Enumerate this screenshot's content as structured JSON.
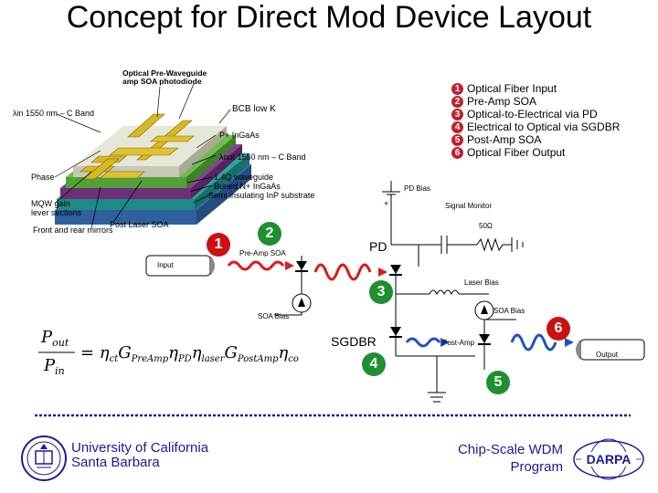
{
  "title": "Concept for Direct Mod Device Layout",
  "legend": [
    {
      "num": "1",
      "text": "Optical Fiber Input"
    },
    {
      "num": "2",
      "text": "Pre-Amp SOA"
    },
    {
      "num": "3",
      "text": "Optical-to-Electrical via PD"
    },
    {
      "num": "4",
      "text": "Electrical to Optical via SGDBR"
    },
    {
      "num": "5",
      "text": "Post-Amp SOA"
    },
    {
      "num": "6",
      "text": "Optical Fiber Output"
    }
  ],
  "device": {
    "top_label": "Optical Pre-Waveguide\namp SOA photodiode",
    "lambda_in": "λin 1550 nm – C Band",
    "bcb": "BCB low K",
    "p_ingaas": "P+ InGaAs",
    "lambda_out": "λout 1550 nm – C Band",
    "phase": "Phase",
    "waveguide": "1.4Q waveguide",
    "buried": "Buried N+ InGaAs",
    "substrate": "Semi insulating InP substrate",
    "mqw": "MQW gain\nlever sections",
    "post_laser": "Post Laser SOA",
    "mirrors": "Front and rear mirrors"
  },
  "circuit": {
    "pd_bias": "PD Bias",
    "plus": "+",
    "signal_monitor": "Signal Monitor",
    "resistor": "50Ω",
    "pd": "PD",
    "input": "Input",
    "pre_amp": "Pre-Amp SOA",
    "laser_bias": "Laser Bias",
    "soa_bias_left": "SOA Bias",
    "soa_bias_right": "SOA Bias",
    "sgdbr": "SGDBR",
    "post_amp": "Post-Amp",
    "output": "Output",
    "n1": "1",
    "n2": "2",
    "n3": "3",
    "n4": "4",
    "n5": "5",
    "n6": "6"
  },
  "footer": {
    "university_line1": "University of California",
    "university_line2": "Santa Barbara",
    "program_line1": "Chip-Scale WDM",
    "program_line2": "Program",
    "darpa": "DARPA"
  },
  "colors": {
    "num_red": "#cc1111",
    "num_green": "#1f8f2f",
    "legend_circle": "#c02030",
    "wave_red": "#e01818",
    "wave_blue": "#2050c8",
    "footer_blue": "#1a1aa0"
  }
}
